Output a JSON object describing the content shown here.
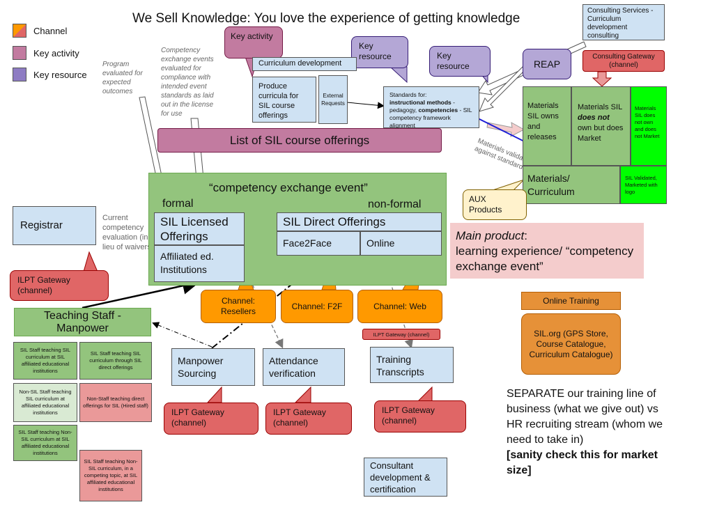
{
  "title": "We Sell Knowledge: You love the experience of getting knowledge",
  "legend": {
    "items": [
      {
        "label": "Channel",
        "color": "#ff9900"
      },
      {
        "label": "Key activity",
        "color": "#c27ba0"
      },
      {
        "label": "Key resource",
        "color": "#8e7cc3"
      }
    ]
  },
  "notes": {
    "program_evaluated": "Program evaluated for expected outcomes",
    "competency_exchange": "Competency exchange events evaluated for compliance with intended event standards as laid out in the license for use",
    "current_competency": "Current competency evaluation (in lieu of waivers)",
    "materials_validated": "Materials validated against standards"
  },
  "callouts": {
    "key_activity": "Key activity",
    "key_resource_1": "Key resource",
    "key_resource_2": "Key resource",
    "reap": "REAP",
    "aux_products": "AUX Products"
  },
  "boxes": {
    "curriculum_development": "Curriculum development",
    "produce_curricula": "Produce curricula for SIL course offerings",
    "external_requests": "External Requests",
    "standards_prefix": "Standards for:",
    "standards_bold1": "instructional methods",
    "standards_mid": " - pedagogy, ",
    "standards_bold2": "competencies",
    "standards_suffix": " - SIL competency framework alignment",
    "consulting_services": "Consulting Services - Curriculum development consulting",
    "consulting_gateway": "Consulting Gateway (channel)",
    "list_of_offerings": "List of SIL course offerings",
    "materials_owns": "Materials SIL owns and releases",
    "materials_not_own_a": "Materials SIL ",
    "materials_not_own_b": "does not",
    "materials_not_own_c": " own but does Market",
    "materials_neither": "Materials SIL does not own and does not Market",
    "materials_curriculum": "Materials/ Curriculum",
    "sil_validated": "SIL Validated, Marketed with logo"
  },
  "event": {
    "title": "“competency exchange event”",
    "formal": "formal",
    "non_formal": "non-formal",
    "licensed": "SIL Licensed Offerings",
    "affiliated": "Affiliated ed. Institutions",
    "direct": "SIL Direct Offerings",
    "f2f": "Face2Face",
    "online": "Online"
  },
  "main_product": {
    "label": "Main product",
    "text": "learning experience/ “competency exchange event”"
  },
  "left": {
    "registrar": "Registrar",
    "ilpt_gateway_left": "ILPT Gateway (channel)",
    "teaching_staff": "Teaching Staff - Manpower",
    "staff_cells": [
      "SIL Staff teaching SIL curriculum at SIL affiliated educational institutions",
      "SIL Staff teaching SIL curriculum through SIL direct offerings",
      "Non-SIL Staff teaching SIL curriculum at affiliated educational institutions",
      "Non-Staff teaching direct offerings for SIL (Hired staff)",
      "SIL Staff teaching Non-SIL curriculum at SIL affiliated educational institutions",
      "SIL Staff teaching Non-SIL curriculum, in a competing topic, at SIL affiliated educational institutions"
    ]
  },
  "channels": {
    "resellers": "Channel: Resellers",
    "f2f": "Channel: F2F",
    "web": "Channel: Web",
    "ilpt_small": "ILPT Gateway (channel)"
  },
  "bottom": {
    "manpower_sourcing": "Manpower Sourcing",
    "attendance": "Attendance verification",
    "transcripts": "Training Transcripts",
    "ilpt1": "ILPT Gateway (channel)",
    "ilpt2": "ILPT Gateway (channel)",
    "ilpt3": "ILPT Gateway (channel)",
    "consultant": "Consultant development & certification"
  },
  "right": {
    "online_training": "Online Training",
    "sil_org": "SIL.org (GPS Store, Course Catalogue, Curriculum Catalogue)",
    "separate_text": "SEPARATE our training line of business (what we give out) vs HR recruiting stream (whom we need to take in)",
    "sanity_check": "[sanity check this for market size]"
  },
  "colors": {
    "channel": "#ff9900",
    "key_activity": "#c27ba0",
    "key_resource": "#b4a7d6",
    "gateway": "#e06666",
    "box_blue": "#cfe2f3",
    "green": "#93c47d"
  }
}
